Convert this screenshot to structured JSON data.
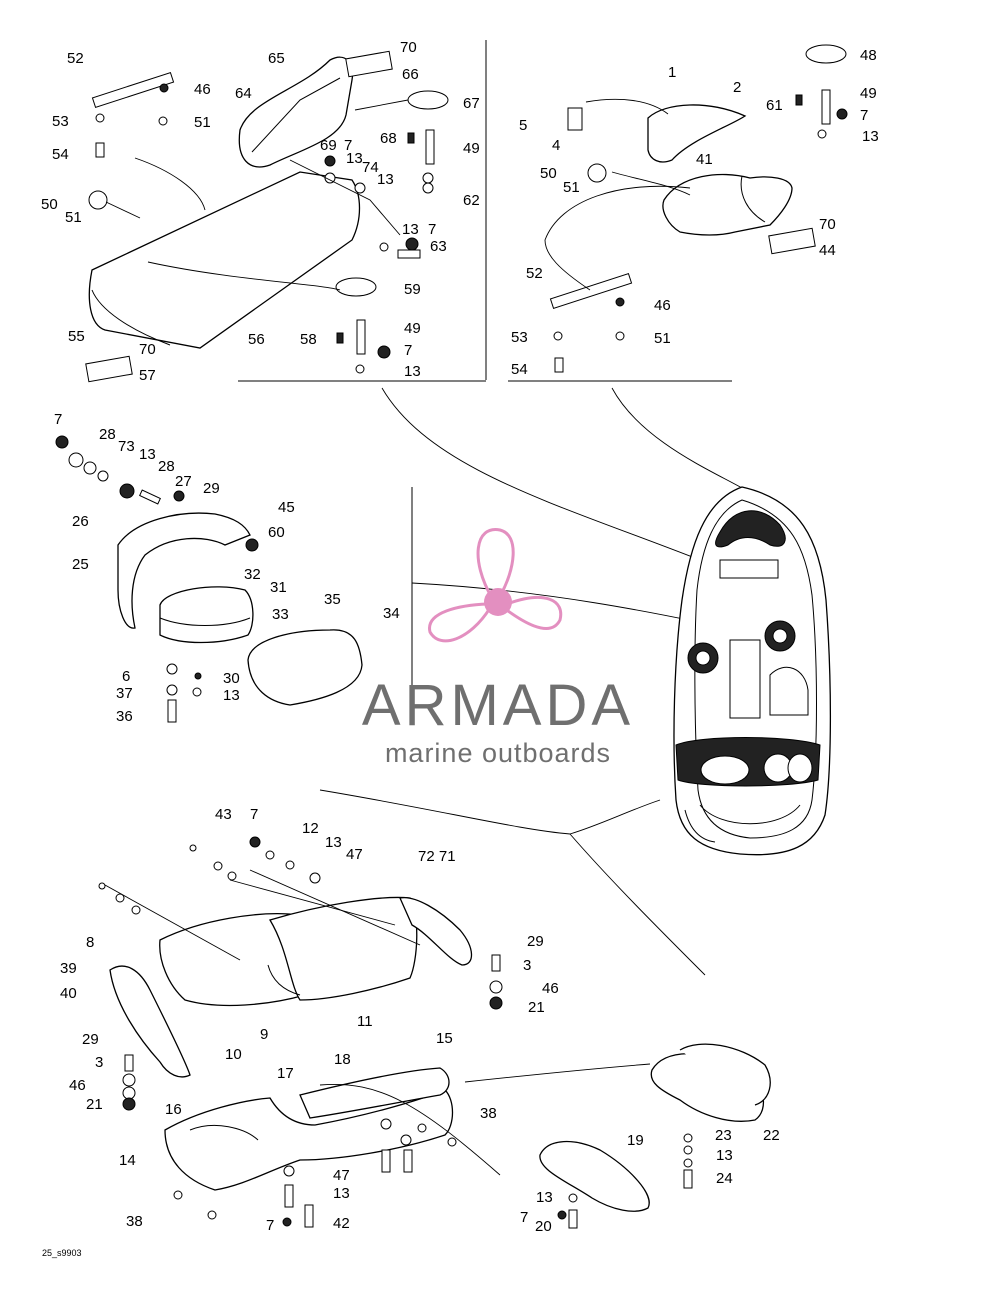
{
  "watermark": {
    "brand": "ARMADA",
    "tagline": "marine outboards",
    "logo_color": "#e38fc0",
    "text_color": "#6f6f6f"
  },
  "reference_code": "25_s9903",
  "callouts": [
    "52",
    "65",
    "70",
    "46",
    "66",
    "67",
    "64",
    "53",
    "51",
    "69",
    "7",
    "68",
    "49",
    "54",
    "13",
    "74",
    "13",
    "62",
    "50",
    "51",
    "13",
    "7",
    "63",
    "59",
    "55",
    "58",
    "49",
    "70",
    "56",
    "7",
    "57",
    "13",
    "48",
    "1",
    "2",
    "5",
    "4",
    "49",
    "61",
    "7",
    "13",
    "41",
    "50",
    "51",
    "70",
    "44",
    "52",
    "46",
    "53",
    "51",
    "54",
    "7",
    "28",
    "73",
    "13",
    "28",
    "27",
    "29",
    "45",
    "26",
    "60",
    "25",
    "32",
    "31",
    "33",
    "35",
    "34",
    "6",
    "30",
    "37",
    "13",
    "36",
    "43",
    "7",
    "12",
    "13",
    "47",
    "72 71",
    "8",
    "29",
    "3",
    "46",
    "39",
    "21",
    "40",
    "11",
    "9",
    "15",
    "10",
    "29",
    "3",
    "18",
    "17",
    "46",
    "21",
    "38",
    "16",
    "14",
    "47",
    "13",
    "38",
    "7",
    "42",
    "19",
    "23",
    "22",
    "13",
    "24",
    "13",
    "7",
    "20"
  ]
}
